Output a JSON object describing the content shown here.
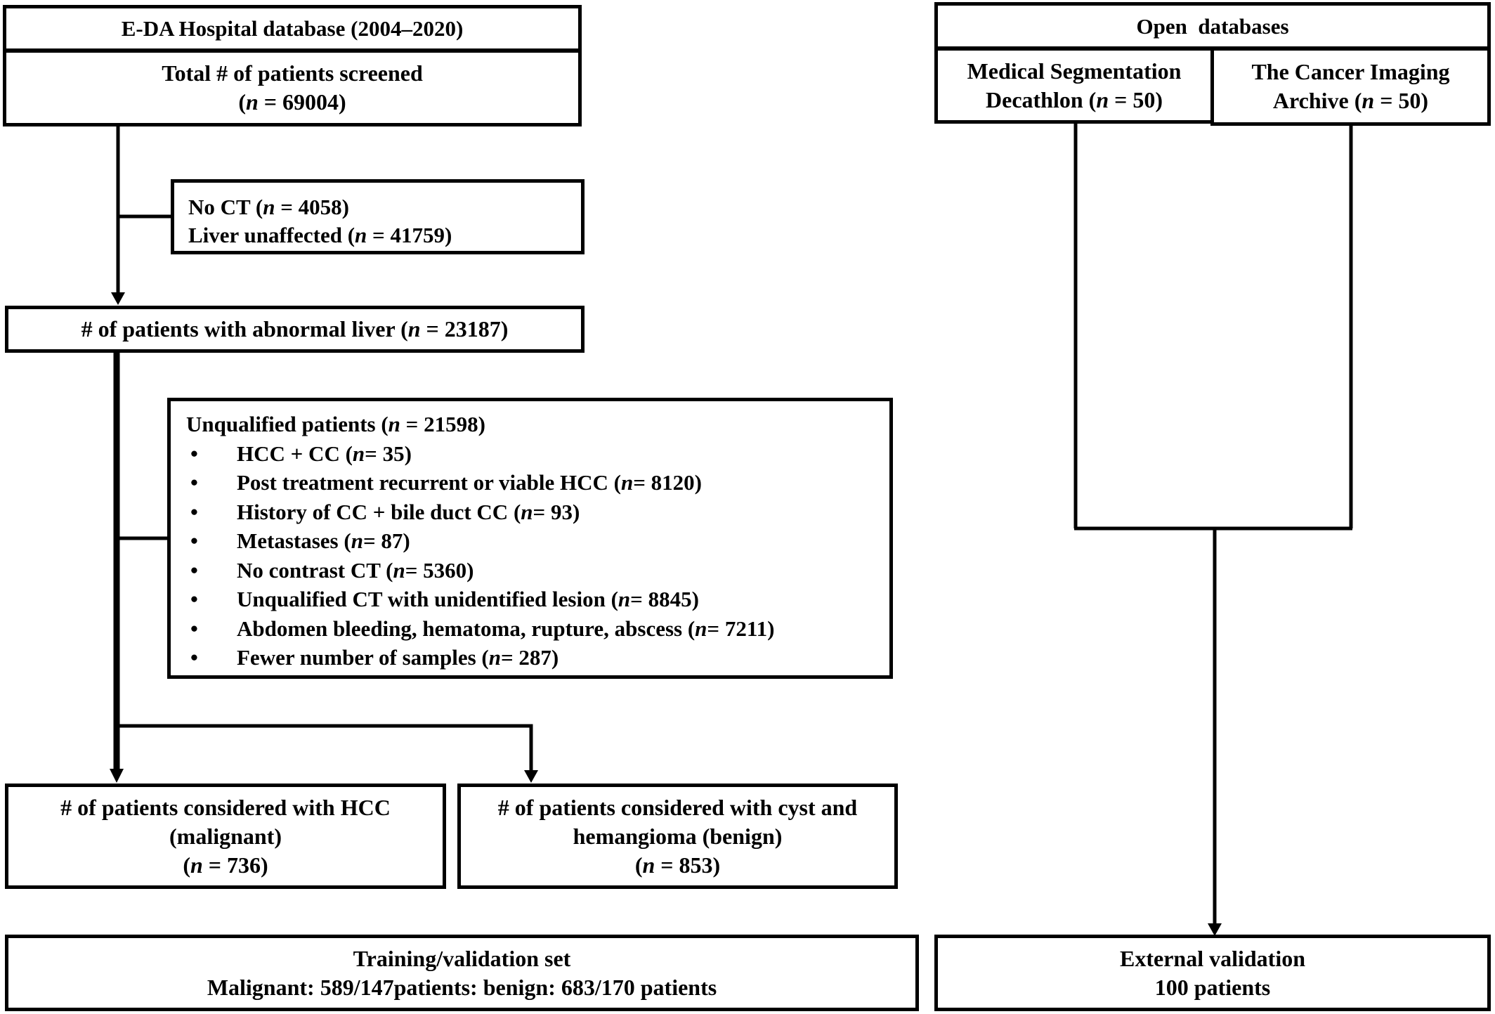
{
  "eda": {
    "header": "E-DA Hospital database (2004–2020)",
    "screened": {
      "line1": "Total # of patients screened",
      "line2_pre": "(",
      "n": "n",
      "line2_post": " = 69004)"
    },
    "excluded1": {
      "line1_pre": "No CT (",
      "line1_post": " = 4058)",
      "line2_pre": "Liver unaffected (",
      "line2_post": " = 41759)"
    },
    "abnormal": {
      "pre": "# of patients with abnormal liver (",
      "post": " = 23187)"
    },
    "unqualified": {
      "title_pre": "Unqualified patients (",
      "title_post": " = 21598)",
      "bullet": "•",
      "items": [
        {
          "pre": "HCC + CC  (",
          "post": " = 35)"
        },
        {
          "pre": "Post treatment recurrent or viable HCC  (",
          "post": " = 8120)"
        },
        {
          "pre": "History of CC + bile duct CC (",
          "post": " = 93)"
        },
        {
          "pre": "Metastases (",
          "post": " = 87)"
        },
        {
          "pre": "No contrast CT (",
          "post": " = 5360)"
        },
        {
          "pre": "Unqualified CT with unidentified lesion (",
          "post": " = 8845)"
        },
        {
          "pre": "Abdomen bleeding, hematoma, rupture, abscess (",
          "post": " = 7211)"
        },
        {
          "pre": "Fewer number of samples  (",
          "post": " = 287)"
        }
      ]
    },
    "hcc": {
      "line1": "# of patients considered with HCC",
      "line2": "(malignant)",
      "line3_pre": "(",
      "line3_post": " = 736)"
    },
    "benign": {
      "line1": "# of patients considered with cyst and",
      "line2": "hemangioma (benign)",
      "line3_pre": "(",
      "line3_post": " = 853)"
    },
    "training": {
      "line1": "Training/validation set",
      "line2": "Malignant: 589/147patients: benign: 683/170 patients"
    }
  },
  "open": {
    "header": "Open  databases",
    "msd": {
      "line1": "Medical Segmentation",
      "line2_pre": "Decathlon (",
      "line2_post": " = 50)"
    },
    "tcia": {
      "line1": "The Cancer Imaging",
      "line2_pre": "Archive (",
      "line2_post": " = 50)"
    },
    "external": {
      "line1": "External validation",
      "line2": "100 patients"
    }
  },
  "n_symbol": "n"
}
